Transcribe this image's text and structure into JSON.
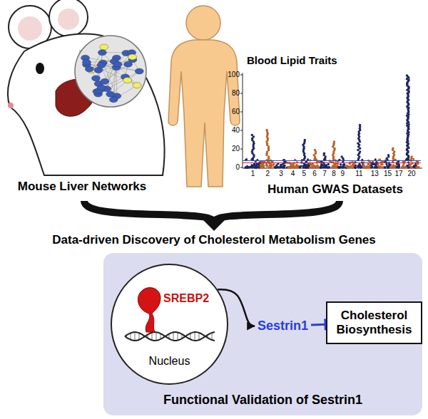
{
  "diagram": {
    "nodes": [
      {
        "text": [
          "Functional Validation of Sestrin1"
        ]
      },
      {
        "text": [
          "SREBP2",
          "Nucleus"
        ],
        "in": 0
      },
      {
        "text": [
          "Sestrin1"
        ],
        "in": 0
      },
      {
        "text": [
          "Cholesterol Biosynthesis"
        ],
        "in": 0
      }
    ],
    "edges": [
      {
        "from": 1,
        "to": 2,
        "arrow": "to"
      },
      {
        "from": 2,
        "to": 3,
        "arrow": "to"
      }
    ],
    "labels": [
      "Blood Lipid Traits",
      "Mouse Liver Networks",
      "Human GWAS Datasets",
      "Data-driven Discovery of Cholesterol Metabolism Genes",
      "100",
      "80",
      "60",
      "40",
      "20",
      "0",
      "1",
      "2",
      "3",
      "4",
      "5",
      "6",
      "7",
      "8",
      "9",
      "11",
      "13",
      "15",
      "17",
      "20"
    ]
  }
}
